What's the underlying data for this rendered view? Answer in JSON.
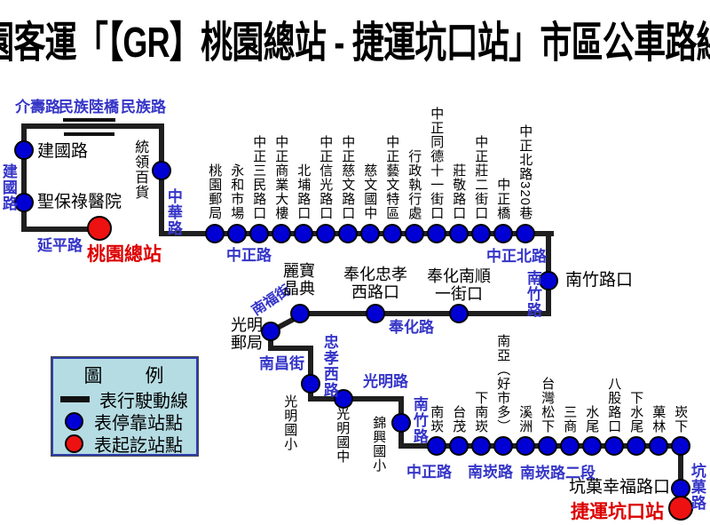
{
  "title": "桃園客運「【GR】桃園總站 - 捷運坑口站」市區公車路線圖",
  "line_code": "GR",
  "colors": {
    "route_line": "#1f1f1f",
    "stop_fill": "#0000d5",
    "terminal_fill": "#ee1111",
    "road_label": "#3535c8",
    "station_label": "#000000",
    "terminal_label": "#dd0000",
    "legend_bg": "#b5dce3",
    "legend_border": "#2f3fae"
  },
  "legend": {
    "title": "圖　　例",
    "items": [
      {
        "symbol": "route-line",
        "label": "表行駛動線"
      },
      {
        "symbol": "blue-dot",
        "label": "表停靠站點"
      },
      {
        "symbol": "red-dot",
        "label": "表起訖站點"
      }
    ]
  },
  "terminals": {
    "start": "桃園總站",
    "end": "捷運坑口站"
  },
  "roads": {
    "jieshou": "介壽路",
    "minzu_bridge": "民族陸橋",
    "minzu": "民族路",
    "jianguo": "建國路",
    "zhonghua": "中華路",
    "yanping": "延平路",
    "zhongzheng": "中正路",
    "zhongzheng_north": "中正北路",
    "nanzhu_upper": "南竹路",
    "fenghua": "奉化路",
    "nanfu": "南福街",
    "nanchang": "南昌街",
    "zhongxiao_west": "忠孝西路",
    "guangming": "光明路",
    "nanzhu_lower": "南竹路",
    "zhongzheng_south": "中正路",
    "nankan": "南崁路",
    "nankan_2": "南崁路二段",
    "kengguo": "坑菓路"
  },
  "stops": {
    "loop": [
      "建國路",
      "聖保祿醫院",
      "統領百貨"
    ],
    "main_row": [
      "桃園郵局",
      "永和市場",
      "中正三民路口",
      "中正商業大樓",
      "北埔路口",
      "中正信光路口",
      "中正慈文路口",
      "慈文國中",
      "中正藝文特區",
      "行政執行處",
      "中正同德十一街口",
      "莊敬路口",
      "中正莊二街口",
      "中正橋",
      "中正北路320巷"
    ],
    "nanzhu_stop": "南竹路口",
    "fenghua_row": [
      "麗寶\n晶典",
      "奉化忠孝\n西路口",
      "奉化南順\n一街口"
    ],
    "guangming_post": "光明\n郵局",
    "guangming_elem": "光明國小",
    "guangming_jr": "光明國中",
    "jinxing_elem": "錦興國小",
    "bottom_row": [
      "南崁",
      "台茂",
      "下南崁",
      "南亞（好市多）",
      "溪洲",
      "台灣松下",
      "三商",
      "水尾",
      "八股路口",
      "下水尾",
      "菓林",
      "崁下"
    ],
    "kengguo_stop": "坑菓幸福路口"
  }
}
